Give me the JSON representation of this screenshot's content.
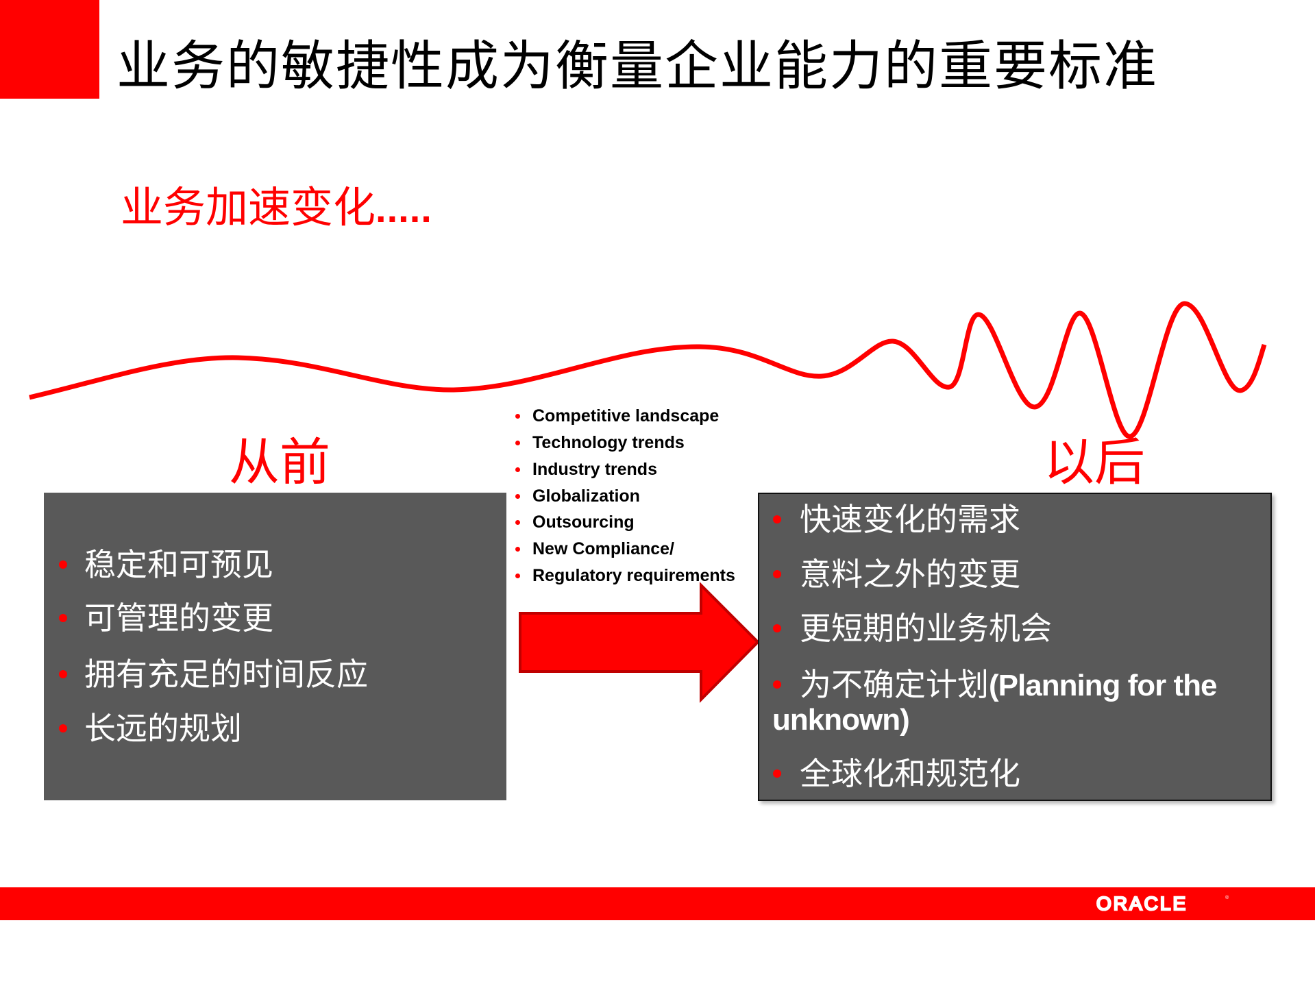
{
  "slide": {
    "title": "业务的敏捷性成为衡量企业能力的重要标准",
    "subtitle": "业务加速变化",
    "subtitle_dots": ".....",
    "colors": {
      "accent": "#ff0000",
      "box_fill": "#595959",
      "arrow_outline": "#c00000",
      "text_dark": "#000000",
      "text_light": "#ffffff"
    }
  },
  "before": {
    "label": "从前",
    "items": [
      "稳定和可预见",
      "可管理的变更",
      "拥有充足的时间反应",
      "长远的规划"
    ]
  },
  "drivers": {
    "items": [
      "Competitive landscape",
      "Technology trends",
      "Industry trends",
      "Globalization",
      "Outsourcing",
      "New Compliance/",
      "Regulatory requirements"
    ]
  },
  "after": {
    "label": "以后",
    "items": [
      "快速变化的需求",
      "意料之外的变更",
      "更短期的业务机会",
      "为不确定计划",
      "全球化和规范化"
    ],
    "planning_en_line1": "(Planning for the",
    "planning_en_line2": "unknown)"
  },
  "footer": {
    "logo_text": "ORACLE",
    "logo_mark": "®"
  },
  "icons": {
    "bullet": "red-dot-bullet",
    "arrow": "right-arrow",
    "wave": "volatility-wave"
  }
}
